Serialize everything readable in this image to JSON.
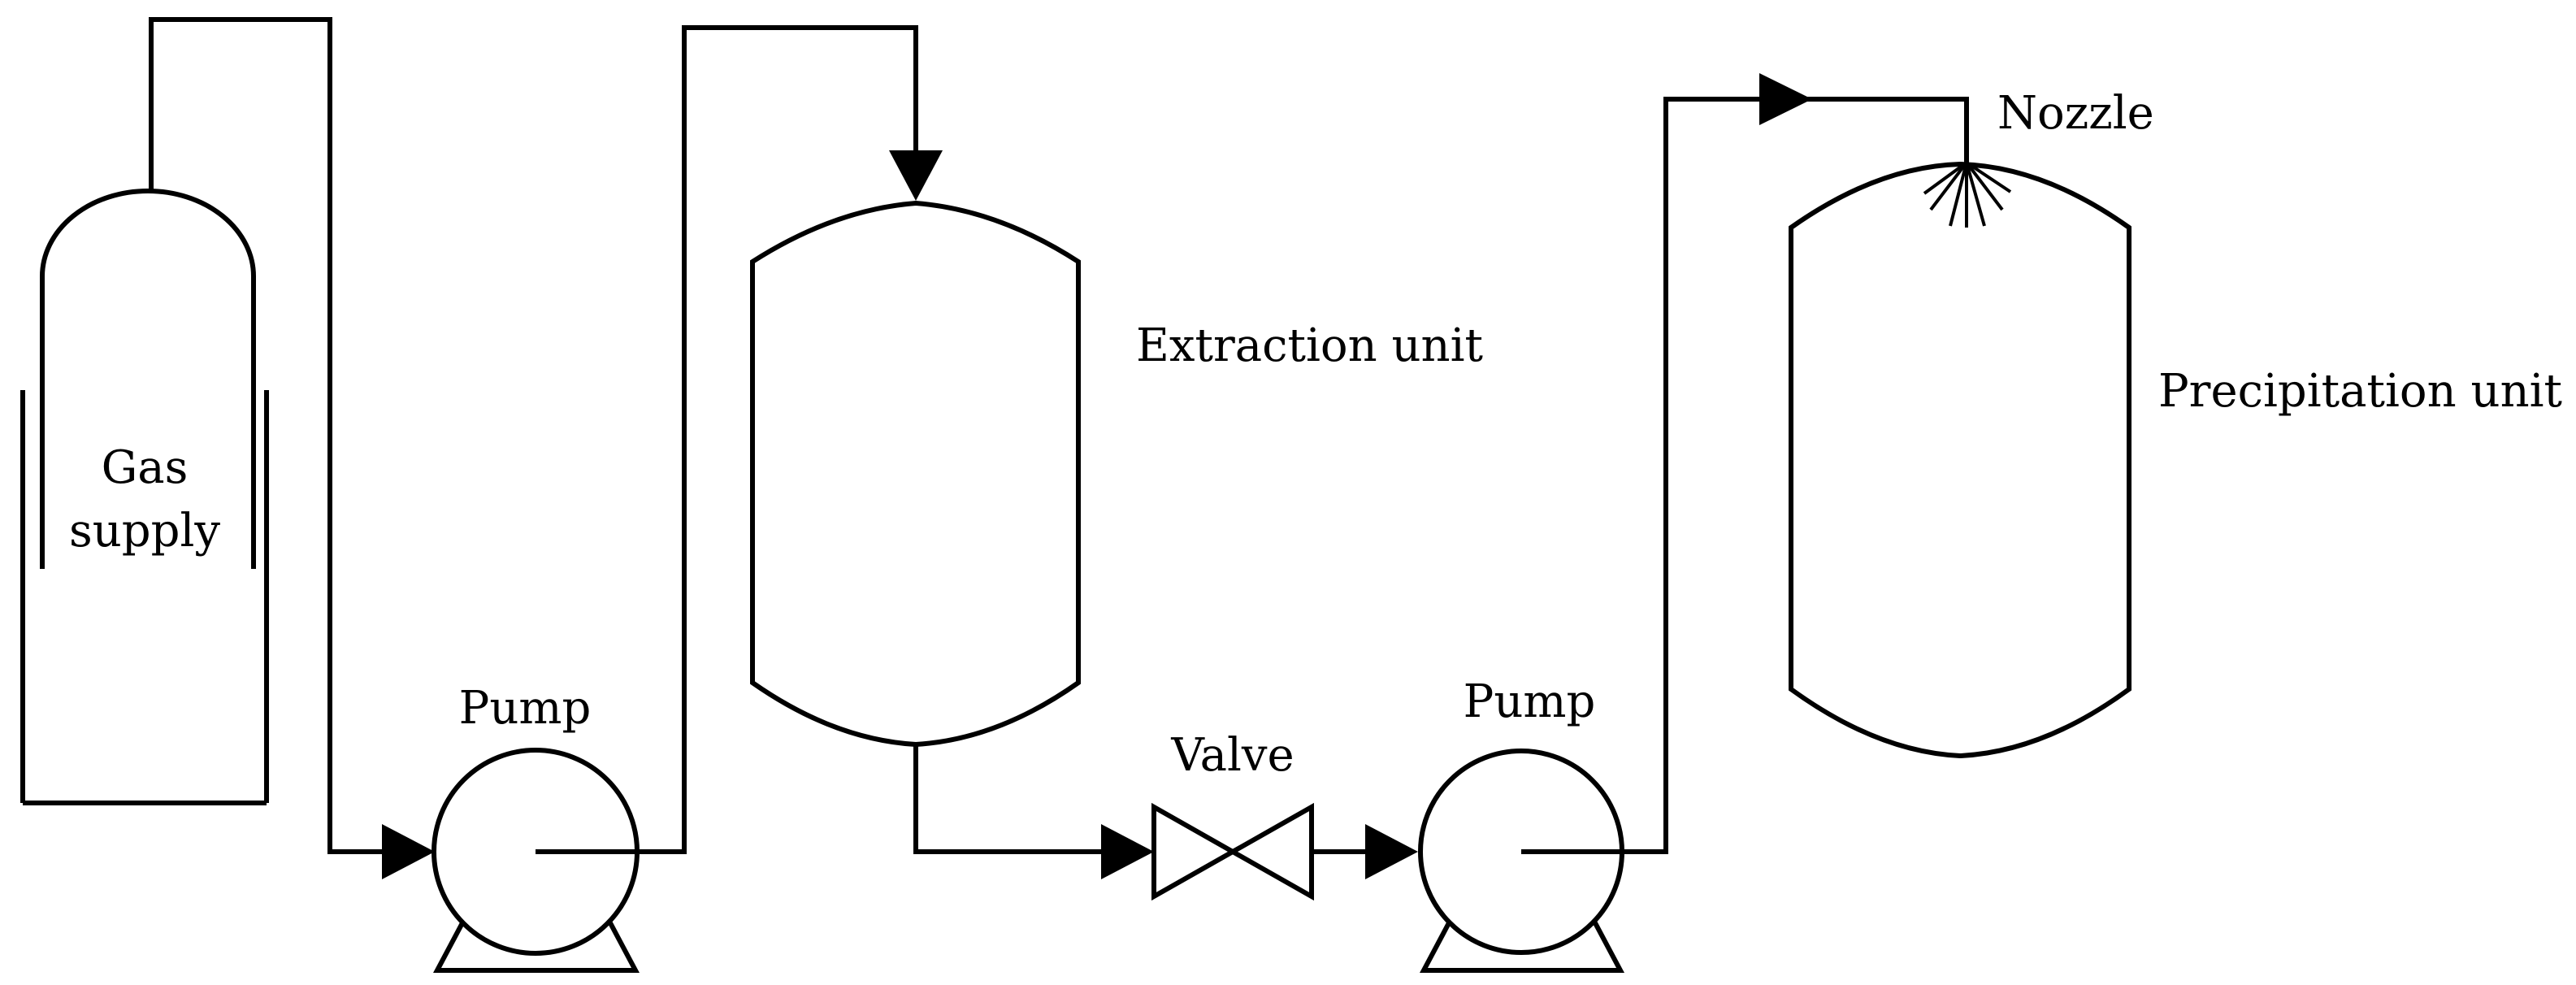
{
  "labels": {
    "gas_supply_line1": "Gas",
    "gas_supply_line2": "supply",
    "pump1": "Pump",
    "extraction": "Extraction unit",
    "valve": "Valve",
    "pump2": "Pump",
    "nozzle": "Nozzle",
    "precipitation": "Precipitation unit"
  },
  "colors": {
    "stroke": "#000000",
    "background": "#ffffff"
  }
}
